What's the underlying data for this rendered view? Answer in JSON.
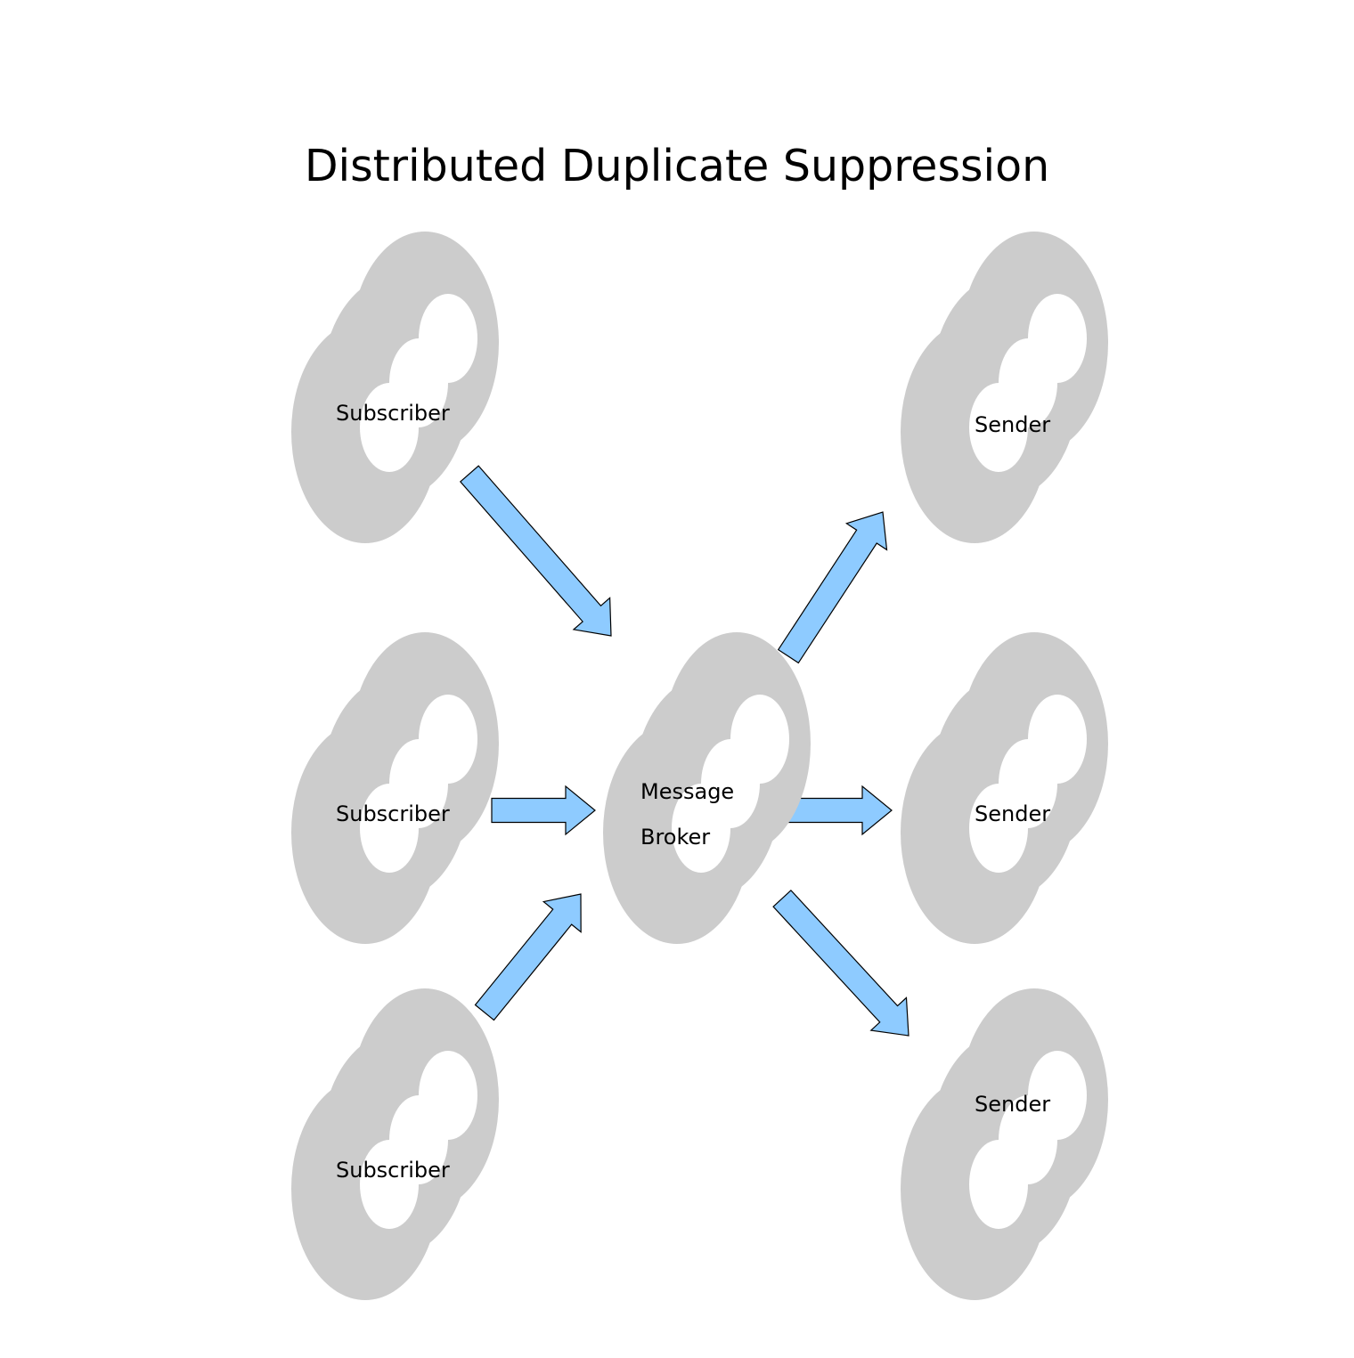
{
  "title": "Distributed Duplicate Suppression",
  "colors": {
    "node_fill": "#cccccc",
    "node_hole": "#ffffff",
    "arrow_fill": "#8ecbff",
    "arrow_stroke": "#000000"
  },
  "nodes": [
    {
      "id": "subscriber-1",
      "role": "subscriber",
      "lines": [
        "Subscriber"
      ]
    },
    {
      "id": "subscriber-2",
      "role": "subscriber",
      "lines": [
        "Subscriber"
      ]
    },
    {
      "id": "subscriber-3",
      "role": "subscriber",
      "lines": [
        "Subscriber"
      ]
    },
    {
      "id": "broker",
      "role": "broker",
      "lines": [
        "Message",
        "Broker"
      ]
    },
    {
      "id": "sender-1",
      "role": "sender",
      "lines": [
        "Sender"
      ]
    },
    {
      "id": "sender-2",
      "role": "sender",
      "lines": [
        "Sender"
      ]
    },
    {
      "id": "sender-3",
      "role": "sender",
      "lines": [
        "Sender"
      ]
    }
  ],
  "edges": [
    {
      "from": "subscriber-1",
      "to": "broker"
    },
    {
      "from": "subscriber-2",
      "to": "broker"
    },
    {
      "from": "subscriber-3",
      "to": "broker"
    },
    {
      "from": "broker",
      "to": "sender-1"
    },
    {
      "from": "broker",
      "to": "sender-2"
    },
    {
      "from": "broker",
      "to": "sender-3"
    }
  ]
}
